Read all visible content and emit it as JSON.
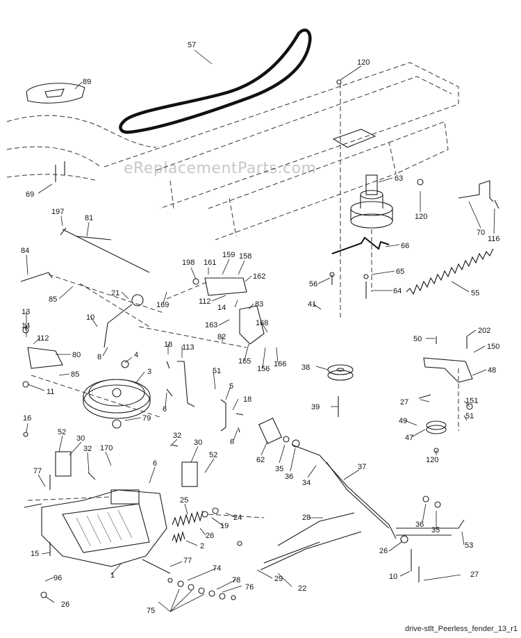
{
  "watermark": "eReplacementParts.com",
  "caption": "drive-stlt_Peerless_fender_13_r1",
  "callouts": [
    {
      "text": "57"
    },
    {
      "text": "120"
    },
    {
      "text": "89"
    },
    {
      "text": "63"
    },
    {
      "text": "69"
    },
    {
      "text": "120"
    },
    {
      "text": "70"
    },
    {
      "text": "116"
    },
    {
      "text": "197"
    },
    {
      "text": "81"
    },
    {
      "text": "66"
    },
    {
      "text": "84"
    },
    {
      "text": "198"
    },
    {
      "text": "161"
    },
    {
      "text": "159"
    },
    {
      "text": "158"
    },
    {
      "text": "65"
    },
    {
      "text": "162"
    },
    {
      "text": "56"
    },
    {
      "text": "64"
    },
    {
      "text": "55"
    },
    {
      "text": "85"
    },
    {
      "text": "21"
    },
    {
      "text": "169"
    },
    {
      "text": "112"
    },
    {
      "text": "14"
    },
    {
      "text": "83"
    },
    {
      "text": "41"
    },
    {
      "text": "13"
    },
    {
      "text": "10"
    },
    {
      "text": "163"
    },
    {
      "text": "168"
    },
    {
      "text": "14"
    },
    {
      "text": "202"
    },
    {
      "text": "50"
    },
    {
      "text": "112"
    },
    {
      "text": "82"
    },
    {
      "text": "150"
    },
    {
      "text": "18"
    },
    {
      "text": "113"
    },
    {
      "text": "80"
    },
    {
      "text": "165"
    },
    {
      "text": "156"
    },
    {
      "text": "166"
    },
    {
      "text": "8"
    },
    {
      "text": "4"
    },
    {
      "text": "38"
    },
    {
      "text": "48"
    },
    {
      "text": "85"
    },
    {
      "text": "3"
    },
    {
      "text": "51"
    },
    {
      "text": "11"
    },
    {
      "text": "5"
    },
    {
      "text": "27"
    },
    {
      "text": "6"
    },
    {
      "text": "18"
    },
    {
      "text": "151"
    },
    {
      "text": "39"
    },
    {
      "text": "51"
    },
    {
      "text": "79"
    },
    {
      "text": "49"
    },
    {
      "text": "16"
    },
    {
      "text": "47"
    },
    {
      "text": "6"
    },
    {
      "text": "52"
    },
    {
      "text": "32"
    },
    {
      "text": "30"
    },
    {
      "text": "170"
    },
    {
      "text": "32"
    },
    {
      "text": "30"
    },
    {
      "text": "62"
    },
    {
      "text": "120"
    },
    {
      "text": "52"
    },
    {
      "text": "35"
    },
    {
      "text": "36"
    },
    {
      "text": "77"
    },
    {
      "text": "6"
    },
    {
      "text": "37"
    },
    {
      "text": "34"
    },
    {
      "text": "25"
    },
    {
      "text": "24"
    },
    {
      "text": "28"
    },
    {
      "text": "19"
    },
    {
      "text": "36"
    },
    {
      "text": "35"
    },
    {
      "text": "26"
    },
    {
      "text": "2"
    },
    {
      "text": "53"
    },
    {
      "text": "15"
    },
    {
      "text": "26"
    },
    {
      "text": "77"
    },
    {
      "text": "74"
    },
    {
      "text": "10"
    },
    {
      "text": "27"
    },
    {
      "text": "96"
    },
    {
      "text": "1"
    },
    {
      "text": "78"
    },
    {
      "text": "29"
    },
    {
      "text": "26"
    },
    {
      "text": "76"
    },
    {
      "text": "22"
    },
    {
      "text": "75"
    }
  ]
}
